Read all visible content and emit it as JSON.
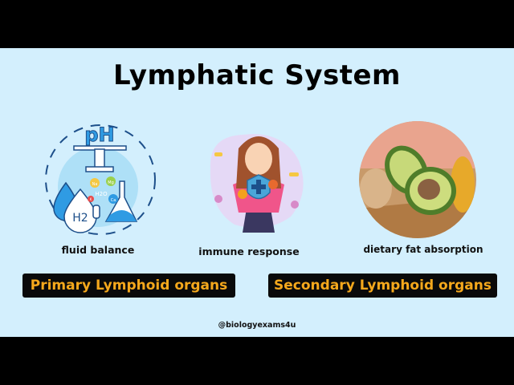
{
  "title": "Lymphatic System",
  "items": [
    {
      "label": "fluid balance",
      "icon": "fluid-balance-illustration",
      "texts": {
        "ph": "pH",
        "h2": "H2",
        "na": "Na",
        "mg": "Mg",
        "h2o": "H2O",
        "ca": "Ca",
        "k": "K"
      }
    },
    {
      "label": "immune response",
      "icon": "immune-response-illustration"
    },
    {
      "label": "dietary fat absorption",
      "icon": "healthy-fats-food-photo"
    }
  ],
  "buttons": {
    "primary": "Primary Lymphoid organs",
    "secondary": "Secondary Lymphoid organs"
  },
  "handle": "@biologyexams4u",
  "colors": {
    "background": "#d3effd",
    "button_bg": "#0a0a0a",
    "button_text": "#f5a81c",
    "bars": "#000000"
  }
}
